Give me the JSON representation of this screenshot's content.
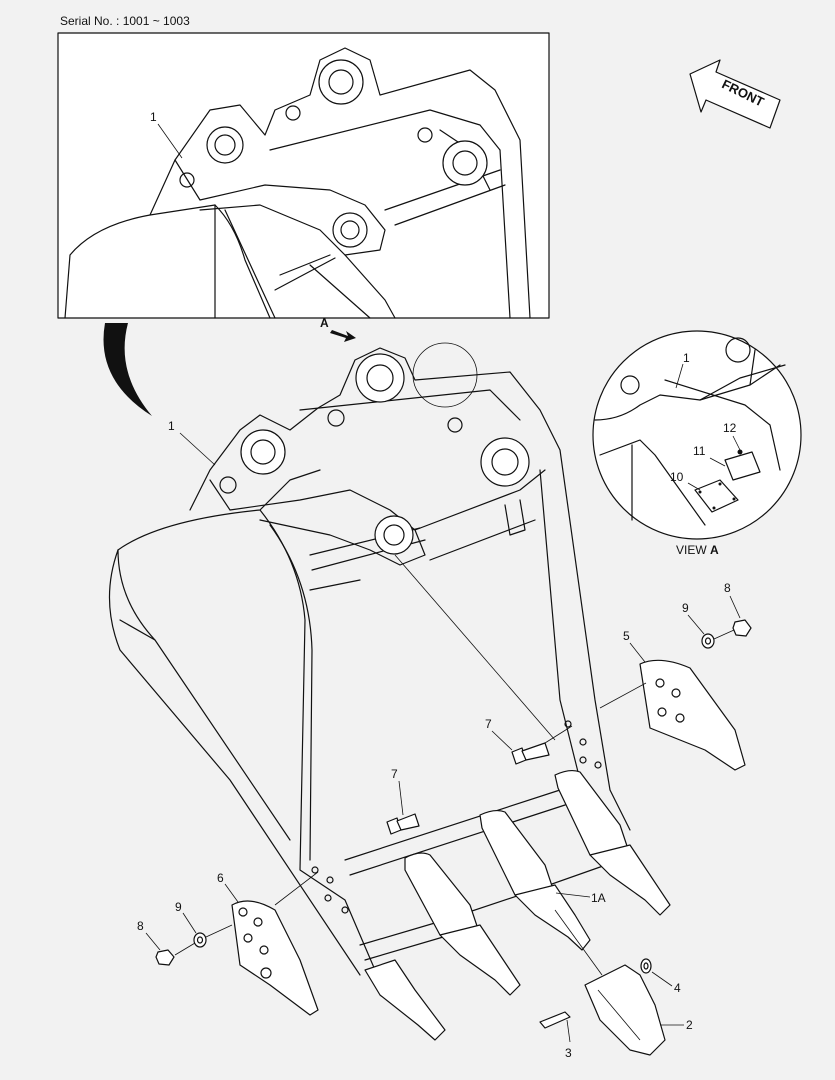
{
  "header": {
    "serial": "Serial No. : 1001 ~ 1003"
  },
  "front_arrow": {
    "label": "FRONT"
  },
  "view": {
    "prefix": "VIEW",
    "letter": "A"
  },
  "arrow_a": {
    "label": "A"
  },
  "callouts": {
    "inset_1": "1",
    "main_1": "1",
    "view_1": "1",
    "view_10": "10",
    "view_11": "11",
    "view_12": "12",
    "p8_right": "8",
    "p9_right": "9",
    "p5": "5",
    "p7_upper": "7",
    "p7_lower": "7",
    "p6": "6",
    "p9_left": "9",
    "p8_left": "8",
    "p1A": "1A",
    "p4": "4",
    "p2": "2",
    "p3": "3"
  },
  "colors": {
    "background": "#f2f2f2",
    "line": "#111111"
  }
}
